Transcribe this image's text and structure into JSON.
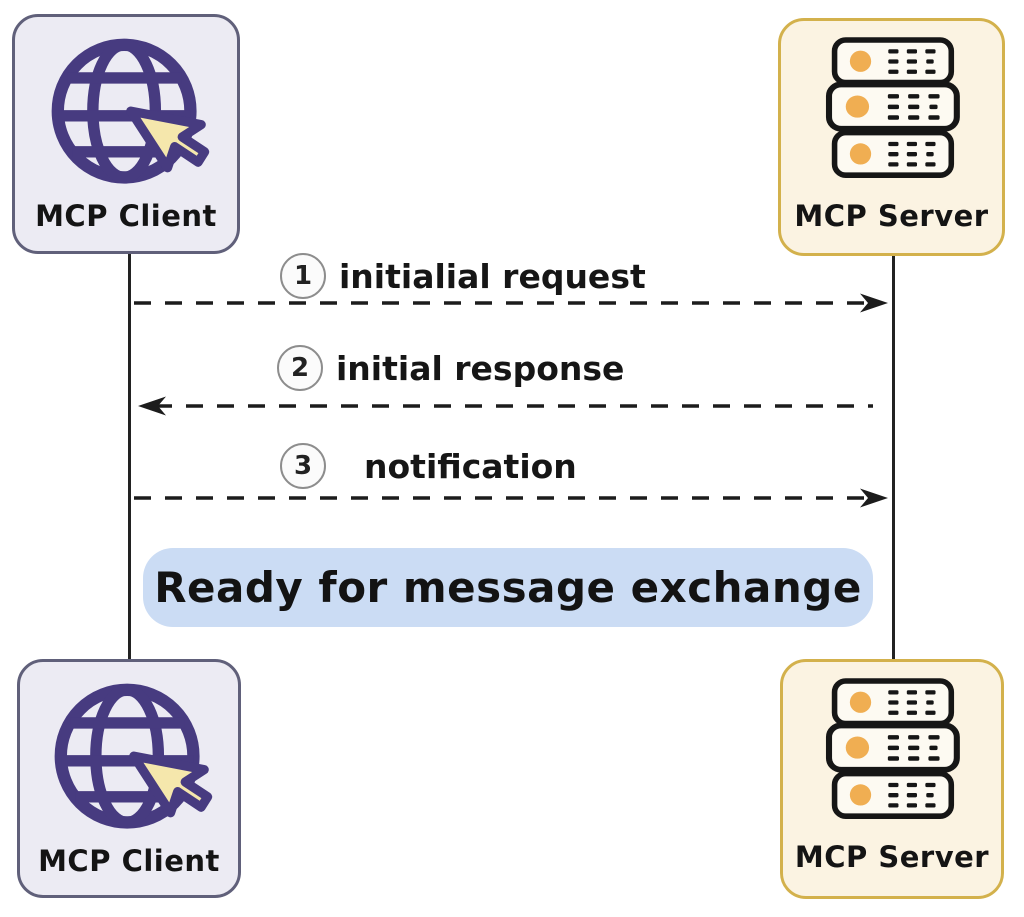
{
  "diagram_type": "sequence-diagram",
  "nodes": {
    "client_top": {
      "label": "MCP Client",
      "icon": "globe-cursor-icon"
    },
    "server_top": {
      "label": "MCP Server",
      "icon": "server-stack-icon"
    },
    "client_bottom": {
      "label": "MCP Client",
      "icon": "globe-cursor-icon"
    },
    "server_bottom": {
      "label": "MCP Server",
      "icon": "server-stack-icon"
    }
  },
  "messages": [
    {
      "step": "1",
      "label": "initialial request",
      "direction": "right",
      "style": "dashed"
    },
    {
      "step": "2",
      "label": "initial response",
      "direction": "left",
      "style": "dashed"
    },
    {
      "step": "3",
      "label": "notification",
      "direction": "right",
      "style": "dashed"
    }
  ],
  "banner": {
    "text": "Ready for message exchange"
  },
  "colors": {
    "client_fill": "#ECEBF3",
    "client_border": "#60607A",
    "globe_purple": "#473B80",
    "cursor_cream": "#F5E7AC",
    "server_fill": "#FBF3E2",
    "server_border": "#D3B14C",
    "server_dot_orange": "#F0AE52",
    "banner_fill": "#CBDCF4",
    "line_ink": "#1A1A1A"
  }
}
